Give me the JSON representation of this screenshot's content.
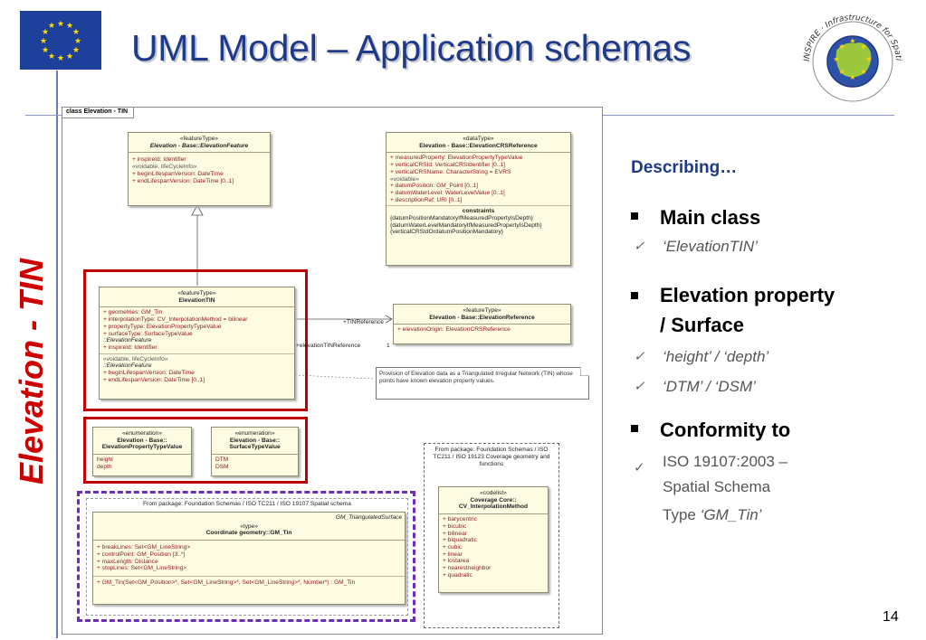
{
  "title": "UML Model – Application schemas",
  "side_label": "Elevation - TIN",
  "page_number": "14",
  "logo_text": "INSPIRE · Infrastructure for Spatial Information in Europe",
  "diagram": {
    "tab": "class Elevation - TIN",
    "elevation_feature": {
      "stereotype": "«featureType»",
      "name": "Elevation - Base::ElevationFeature",
      "attrs": [
        "+  inspireId:  Identifier"
      ],
      "voidable_label": "«voidable, lifeCycleInfo»",
      "voidable_attrs": [
        "+  beginLifespanVersion:  DateTime",
        "+  endLifespanVersion:  DateTime [0..1]"
      ]
    },
    "crs_reference": {
      "stereotype": "«dataType»",
      "name": "Elevation - Base::ElevationCRSReference",
      "attrs": [
        "+  measuredProperty:  ElevationPropertyTypeValue",
        "+  verticalCRSId:  VerticalCRSIdentifier [0..1]",
        "+  verticalCRSName:  CharacterString = EVRS"
      ],
      "voidable_label": "«voidable»",
      "voidable_attrs": [
        "+  datumPosition:  GM_Point [0..1]",
        "+  datumWaterLevel:  WaterLevelValue [0..1]",
        "+  descriptionRef:  URI [0..1]"
      ],
      "constraints_title": "constraints",
      "constraints": [
        "{datumPositionMandatoryIfMeasuredPropertyIsDepth}",
        "{datumWaterLevelMandatoryIfMeasuredPropertyIsDepth}",
        "{verticalCRSIdOrdatumPositionMandatory}"
      ]
    },
    "elevation_tin": {
      "stereotype": "«featureType»",
      "name": "ElevationTIN",
      "attrs": [
        "+  geometries:  GM_Tin",
        "+  interpolationType:  CV_InterpolationMethod = bilinear",
        "+  propertyType:  ElevationPropertyTypeValue",
        "+  surfaceType:  SurfaceTypeValue"
      ],
      "inherited_label_1": "::ElevationFeature",
      "inherited_attrs_1": [
        "+  inspireId:  Identifier"
      ],
      "voidable_label": "«voidable, lifeCycleInfo»",
      "inherited_label_2": "::ElevationFeature",
      "inherited_attrs_2": [
        "+  beginLifespanVersion:  DateTime",
        "+  endLifespanVersion:  DateTime [0..1]"
      ]
    },
    "elevation_reference": {
      "stereotype": "«featureType»",
      "name": "Elevation - Base::ElevationReference",
      "attrs": [
        "+  elevationOrigin:  ElevationCRSReference"
      ]
    },
    "assoc_role_target": "+TINReference",
    "assoc_role_source": "+elevationTINReference",
    "assoc_multiplicity": "1",
    "note": "Provision of Elevation data as a Triangulated Irregular Network (TIN) whose points have known elevation property values.",
    "enum_property": {
      "stereotype": "«enumeration»",
      "name_line1": "Elevation - Base::",
      "name_line2": "ElevationPropertyTypeValue",
      "values": [
        "height",
        "depth"
      ]
    },
    "enum_surface": {
      "stereotype": "«enumeration»",
      "name_line1": "Elevation - Base::",
      "name_line2": "SurfaceTypeValue",
      "values": [
        "DTM",
        "DSM"
      ]
    },
    "spatial_package_label": "From package: Foundation Schemas / ISO TC211 / ISO 19107 Spatial schema",
    "gm_tin": {
      "parent": "GM_TriangulatedSurface",
      "stereotype": "«type»",
      "name": "Coordinate geometry::GM_Tin",
      "attrs": [
        "+  breakLines:  Set<GM_LineString>",
        "+  controlPoint:  GM_Position [3..*]",
        "+  maxLength:  Distance",
        "+  stopLines:  Set<GM_LineString>"
      ],
      "operations": [
        "+  GM_Tin(Set<GM_Position>*, Set<GM_LineString>*, Set<GM_LineString>*, Number*) : GM_Tin"
      ]
    },
    "coverage_package_label": "From package: Foundation Schemas / ISO TC211 / ISO 19123 Coverage geometry and functions",
    "cv_interp": {
      "stereotype": "«codelist»",
      "name_line1": "Coverage Core::",
      "name_line2": "CV_InterpolationMethod",
      "values": [
        "+  barycentric",
        "+  bicubic",
        "+  bilinear",
        "+  biquadratic",
        "+  cubic",
        "+  linear",
        "+  lostarea",
        "+  nearestneighbor",
        "+  quadratic"
      ]
    }
  },
  "panel": {
    "heading": "Describing…",
    "sections": [
      {
        "bullet": "Main class",
        "checks": [
          {
            "text": "‘ElevationTIN’",
            "style": "italic"
          }
        ]
      },
      {
        "bullet_line1": "Elevation property",
        "bullet_line2": "/ Surface",
        "checks": [
          {
            "text": "‘height’ / ‘depth’",
            "style": "italic"
          },
          {
            "text": "‘DTM’ / ‘DSM’",
            "style": "italic"
          }
        ]
      },
      {
        "bullet": "Conformity to",
        "check_line1": "ISO 19107:2003 –",
        "check_line2": "Spatial Schema",
        "check_line3_prefix": "Type ",
        "check_line3_italic": "‘GM_Tin’"
      }
    ]
  },
  "colors": {
    "title": "#1e3a8a",
    "side_label": "#cc0000",
    "highlight_box": "#c00000",
    "dashed_box": "#6a2fb8",
    "uml_fill": "#fdfbe2",
    "uml_attr": "#8b1a1a"
  }
}
